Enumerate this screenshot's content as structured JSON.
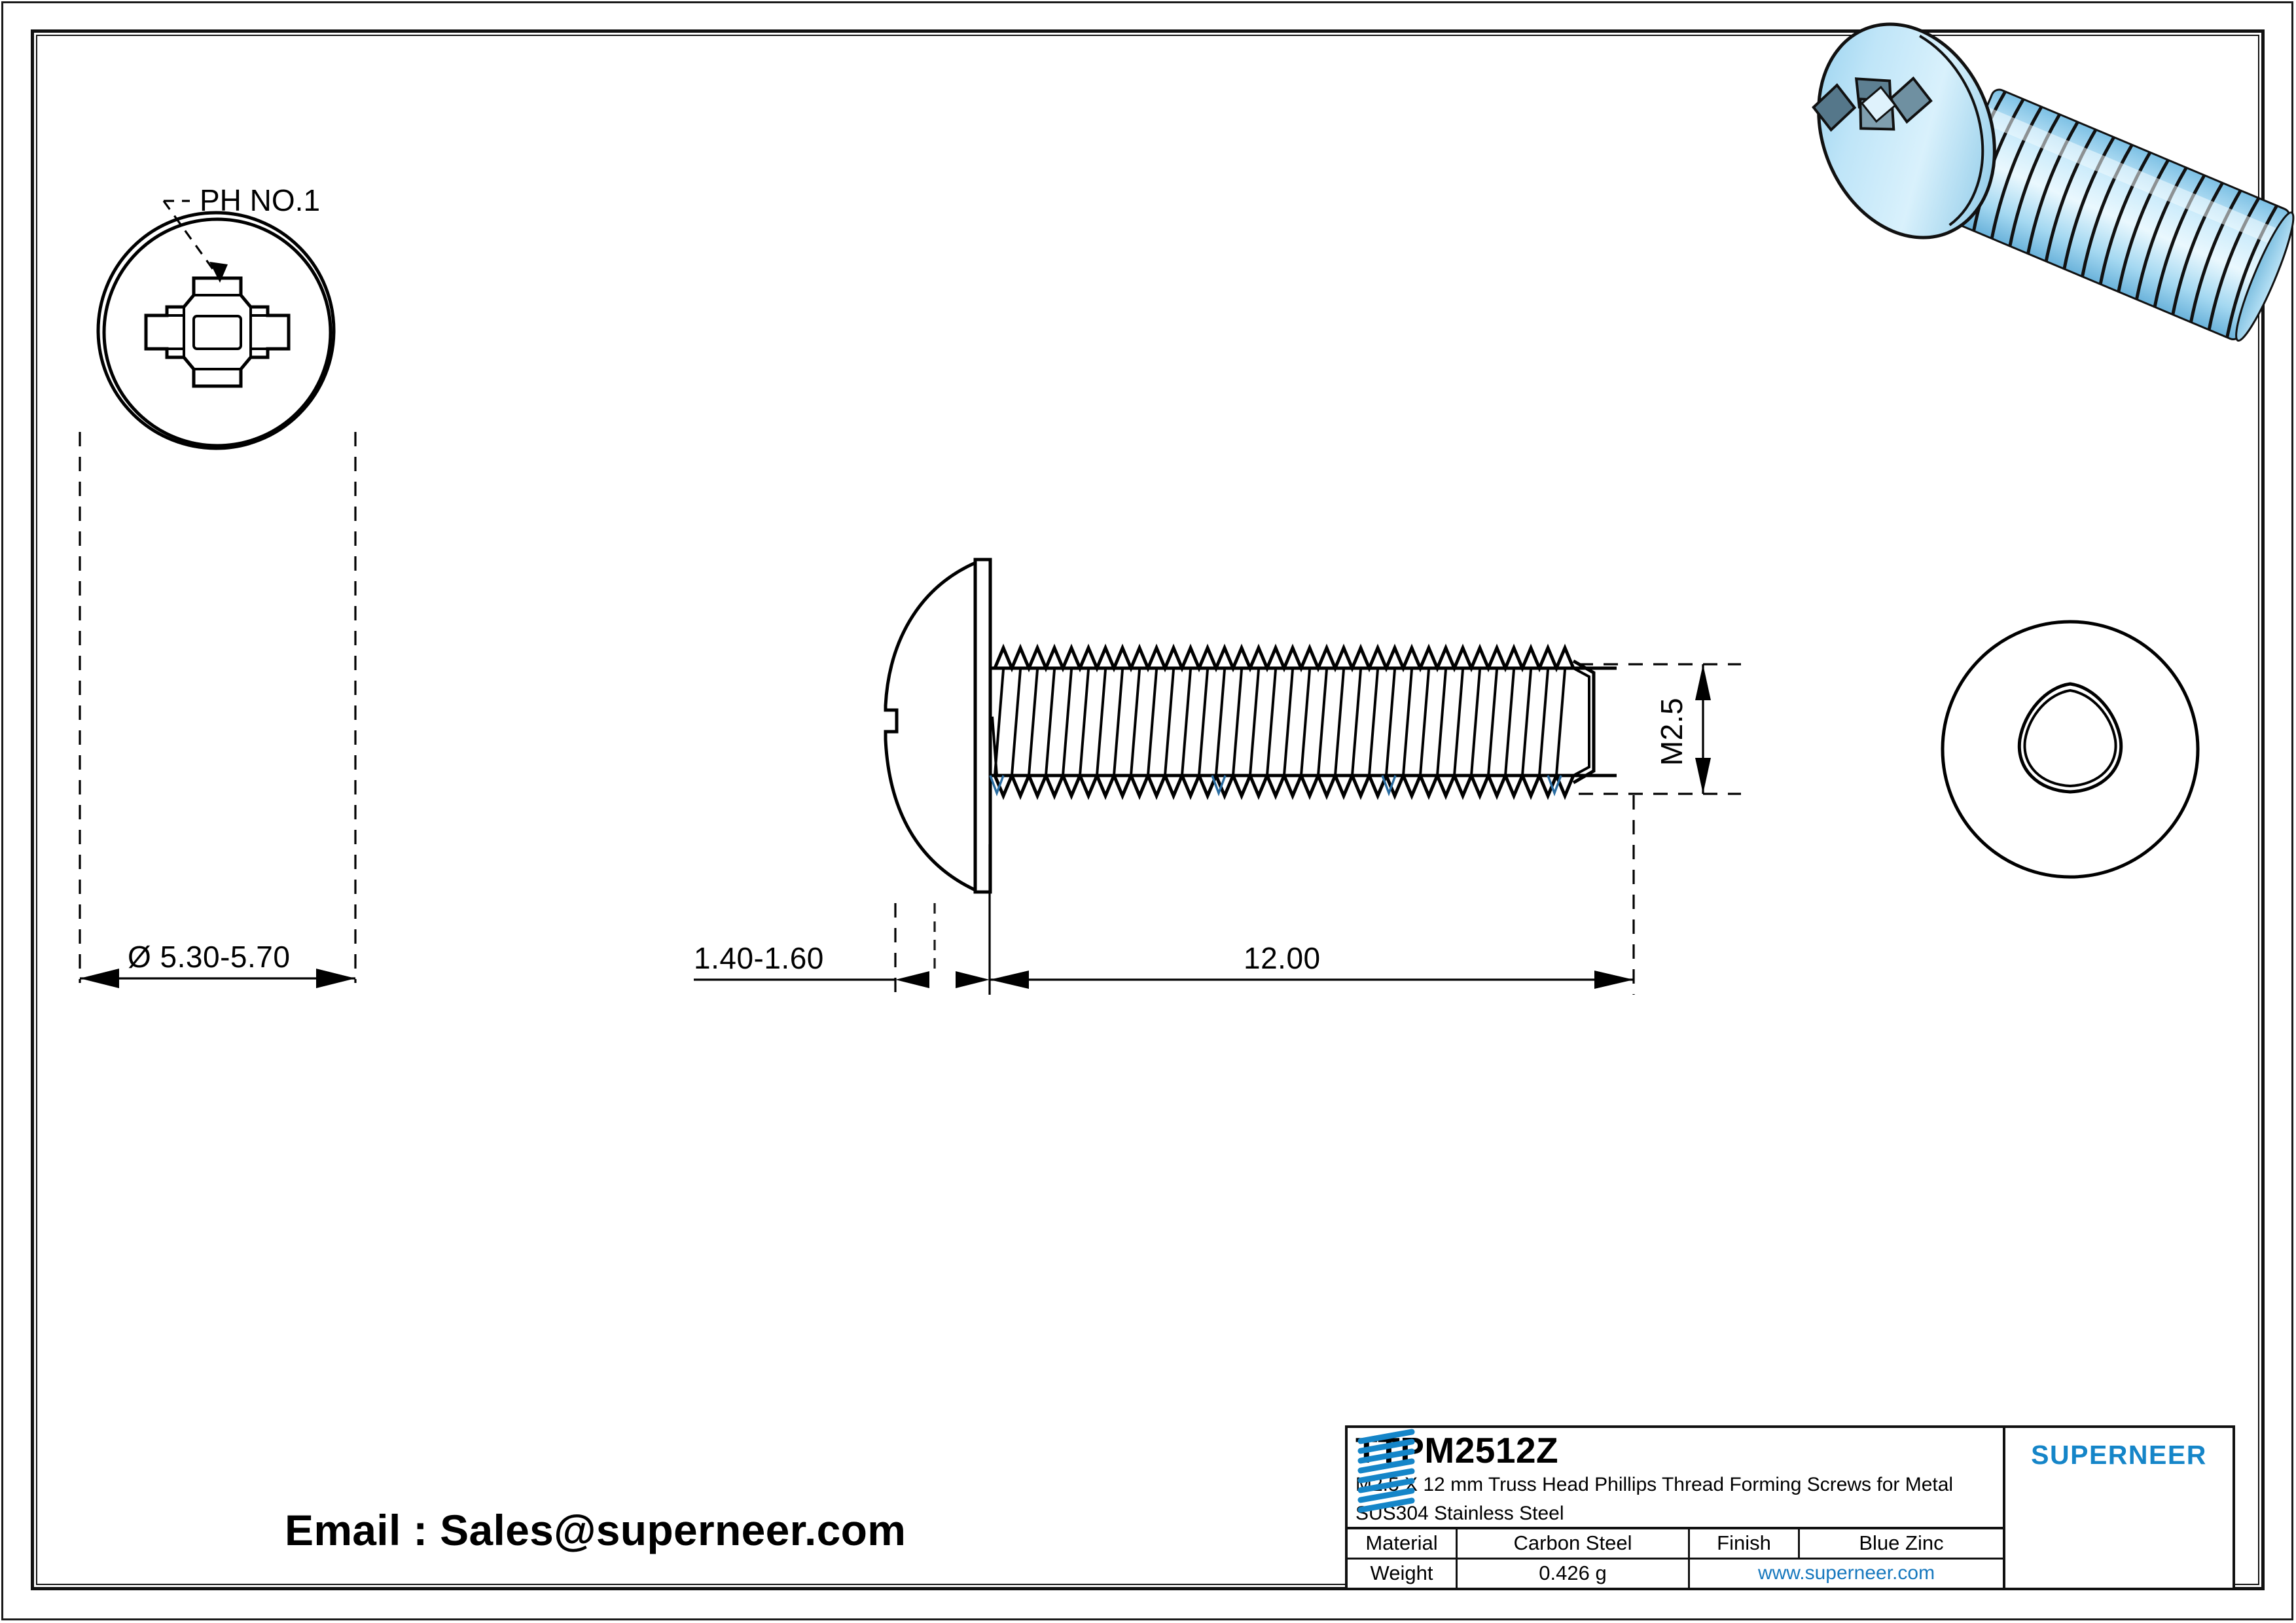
{
  "drawing": {
    "part_number": "TTPM2512Z",
    "description_line1": "M2.5 X 12 mm Truss Head Phillips Thread Forming Screws for Metal",
    "description_line2": "SUS304 Stainless Steel",
    "email_line": "Email : Sales@superneer.com"
  },
  "title_block": {
    "material_label": "Material",
    "material_value": "Carbon Steel",
    "finish_label": "Finish",
    "finish_value": "Blue Zinc",
    "weight_label": "Weight",
    "weight_value": "0.426 g",
    "website": "www.superneer.com",
    "brand": "SUPERNEER"
  },
  "views": {
    "top_view": {
      "name": "head-top-view",
      "callout": "PH NO.1",
      "head_diameter_dim": "Ø 5.30-5.70"
    },
    "side_view": {
      "name": "side-elevation-view",
      "head_height_dim": "1.40-1.60",
      "length_dim": "12.00",
      "thread_dim": "M2.5"
    },
    "bottom_view": {
      "name": "point-end-view"
    },
    "iso_view": {
      "name": "isometric-render-view"
    }
  },
  "colors": {
    "brand_blue": "#1585c8",
    "link_blue": "#1778be",
    "screw_blue_light": "#c8e8f8",
    "screw_blue_mid": "#9dd4f0",
    "screw_blue_dark": "#6cb9e0",
    "line_black": "#000000"
  }
}
